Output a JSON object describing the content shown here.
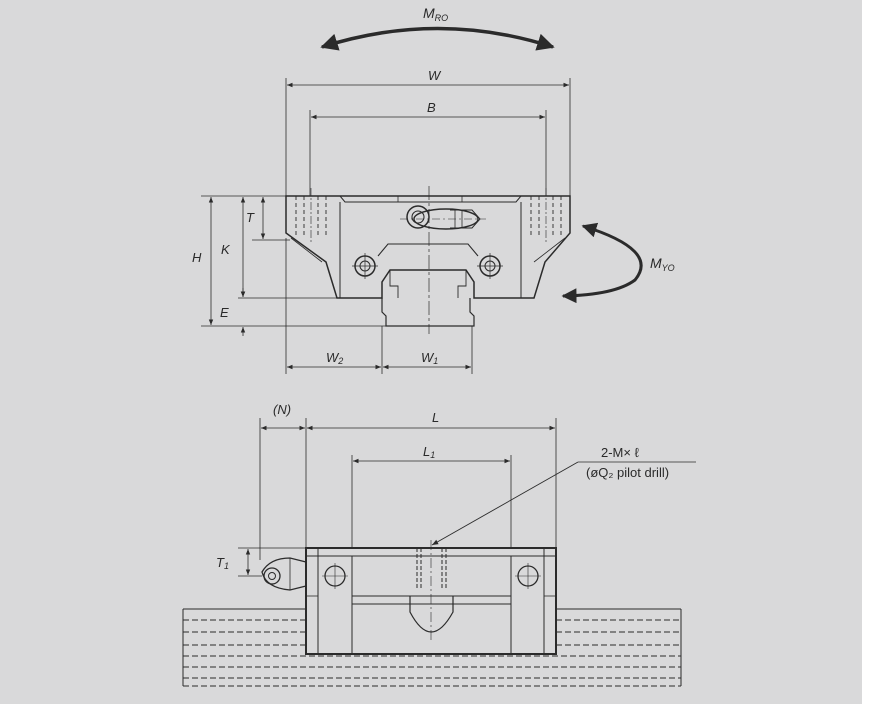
{
  "front_view": {
    "moment_roll": {
      "main": "M",
      "sub": "RO"
    },
    "moment_yaw": {
      "main": "M",
      "sub": "YO"
    },
    "dim_W": "W",
    "dim_B": "B",
    "dim_H": "H",
    "dim_K": "K",
    "dim_T": "T",
    "dim_E": "E",
    "dim_W2": {
      "main": "W",
      "sub": "2"
    },
    "dim_W1": {
      "main": "W",
      "sub": "1"
    }
  },
  "side_view": {
    "dim_N": "(N)",
    "dim_L": "L",
    "dim_L1": {
      "main": "L",
      "sub": "1"
    },
    "dim_T1": {
      "main": "T",
      "sub": "1"
    },
    "callout_line1": "2-M× ℓ",
    "callout_line2": "(øQ₂ pilot drill)"
  },
  "colors": {
    "background": "#d9d9da",
    "line": "#2b2b2b"
  }
}
